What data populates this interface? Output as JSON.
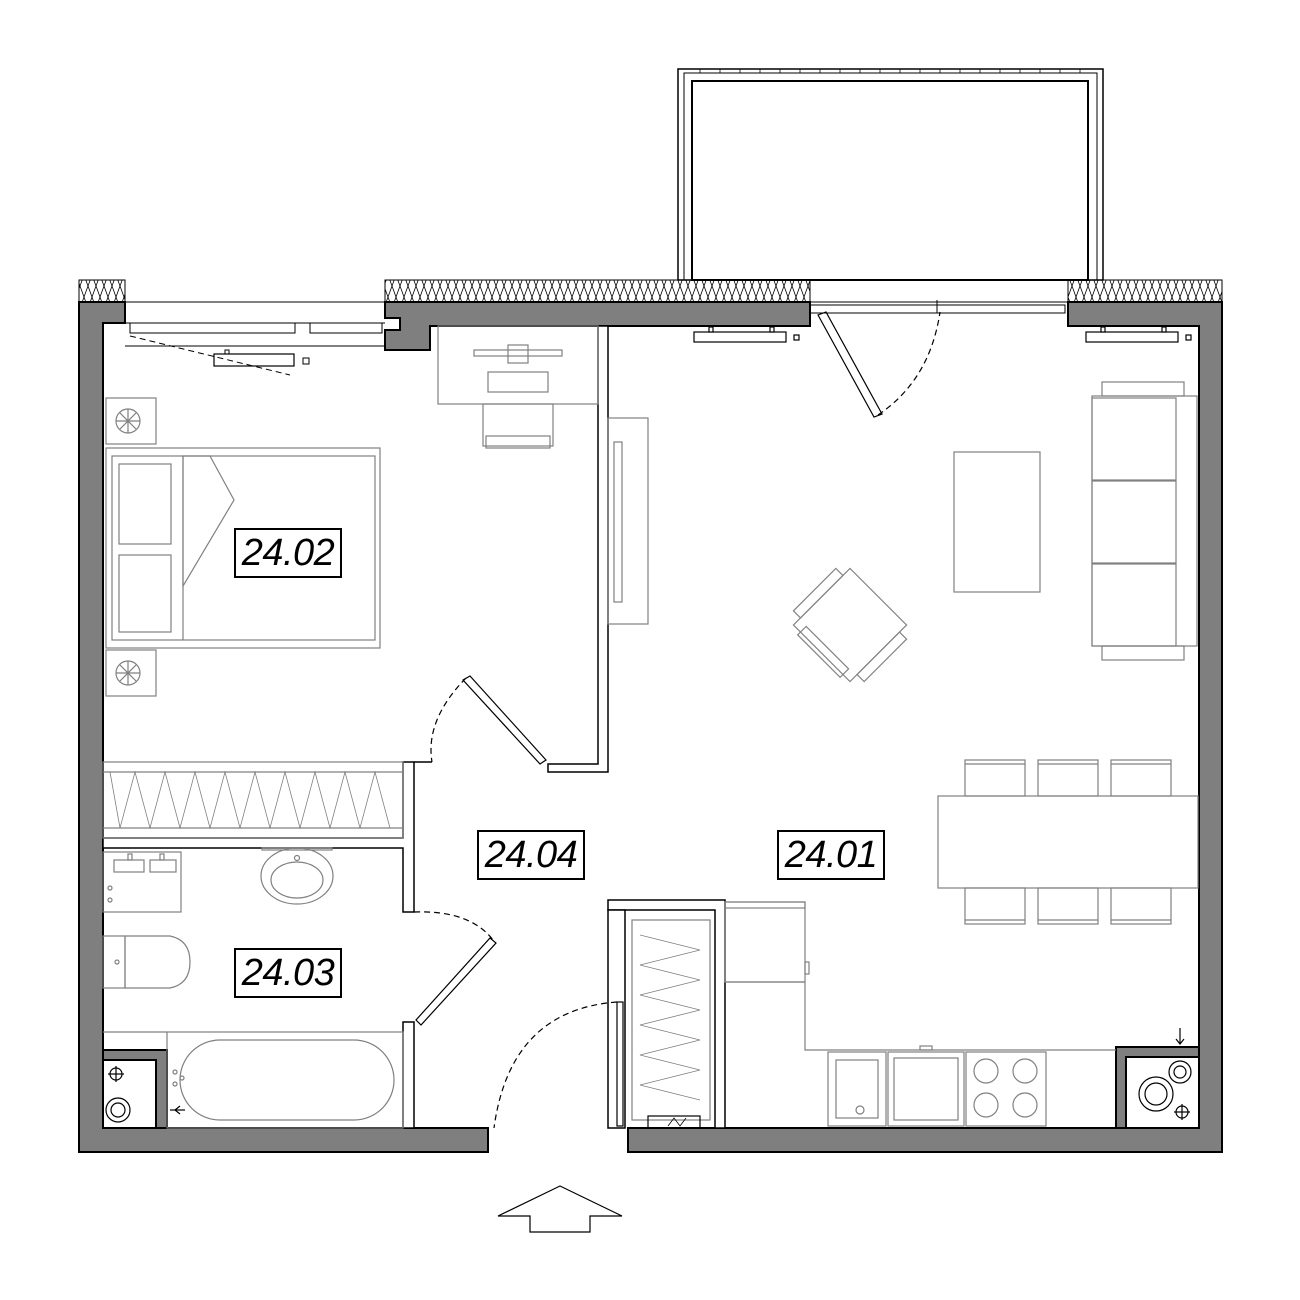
{
  "floor_plan": {
    "rooms": [
      {
        "id": "living_kitchen",
        "label": "24.01"
      },
      {
        "id": "bedroom",
        "label": "24.02"
      },
      {
        "id": "bathroom",
        "label": "24.03"
      },
      {
        "id": "hallway",
        "label": "24.04"
      }
    ]
  },
  "colors": {
    "wall": "#7f7f7f",
    "outline": "#000000",
    "furniture": "#808080",
    "background": "#ffffff"
  },
  "icons": {
    "entrance": "entrance-arrow-icon",
    "water_riser": "water-riser-icon",
    "drain": "drain-icon"
  }
}
